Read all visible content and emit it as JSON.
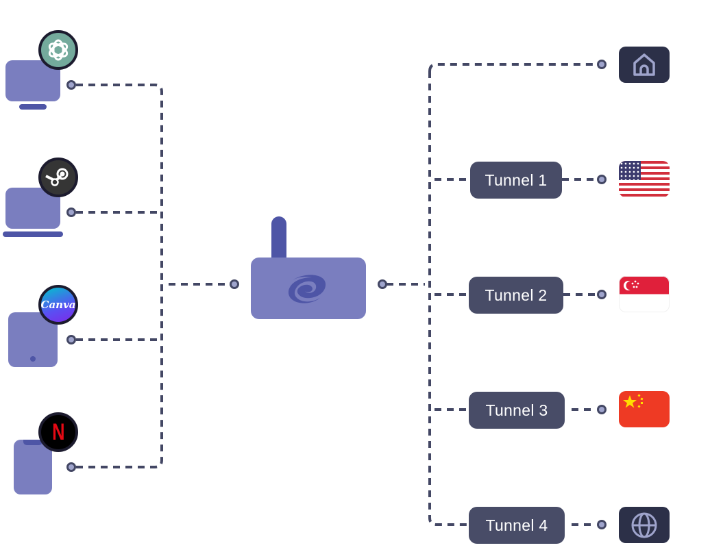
{
  "diagram": {
    "title": "Split tunneling network diagram",
    "colors": {
      "device": "#7a7ebf",
      "device_accent": "#4e55a6",
      "wire": "#434764",
      "dot_fill": "#9fa4cc",
      "tunnel_bg": "#484c67",
      "endpoint_dark": "#2c3048"
    },
    "devices": [
      {
        "type": "desktop",
        "app": "ChatGPT",
        "icon": "chatgpt-logo-icon"
      },
      {
        "type": "laptop",
        "app": "Steam",
        "icon": "steam-logo-icon"
      },
      {
        "type": "tablet",
        "app": "Canva",
        "icon": "canva-logo-icon",
        "badge_text": "Canva"
      },
      {
        "type": "phone",
        "app": "Netflix",
        "icon": "netflix-logo-icon",
        "badge_text": "N"
      }
    ],
    "router": {
      "icon": "router-icon",
      "logo": "galaxy-swirl-icon"
    },
    "routes": [
      {
        "label": null,
        "endpoint": "Home",
        "endpoint_icon": "home-icon"
      },
      {
        "label": "Tunnel 1",
        "endpoint": "United States",
        "endpoint_icon": "us-flag-icon"
      },
      {
        "label": "Tunnel 2",
        "endpoint": "Singapore",
        "endpoint_icon": "singapore-flag-icon"
      },
      {
        "label": "Tunnel 3",
        "endpoint": "China",
        "endpoint_icon": "china-flag-icon"
      },
      {
        "label": "Tunnel 4",
        "endpoint": "Internet",
        "endpoint_icon": "globe-icon"
      }
    ]
  }
}
